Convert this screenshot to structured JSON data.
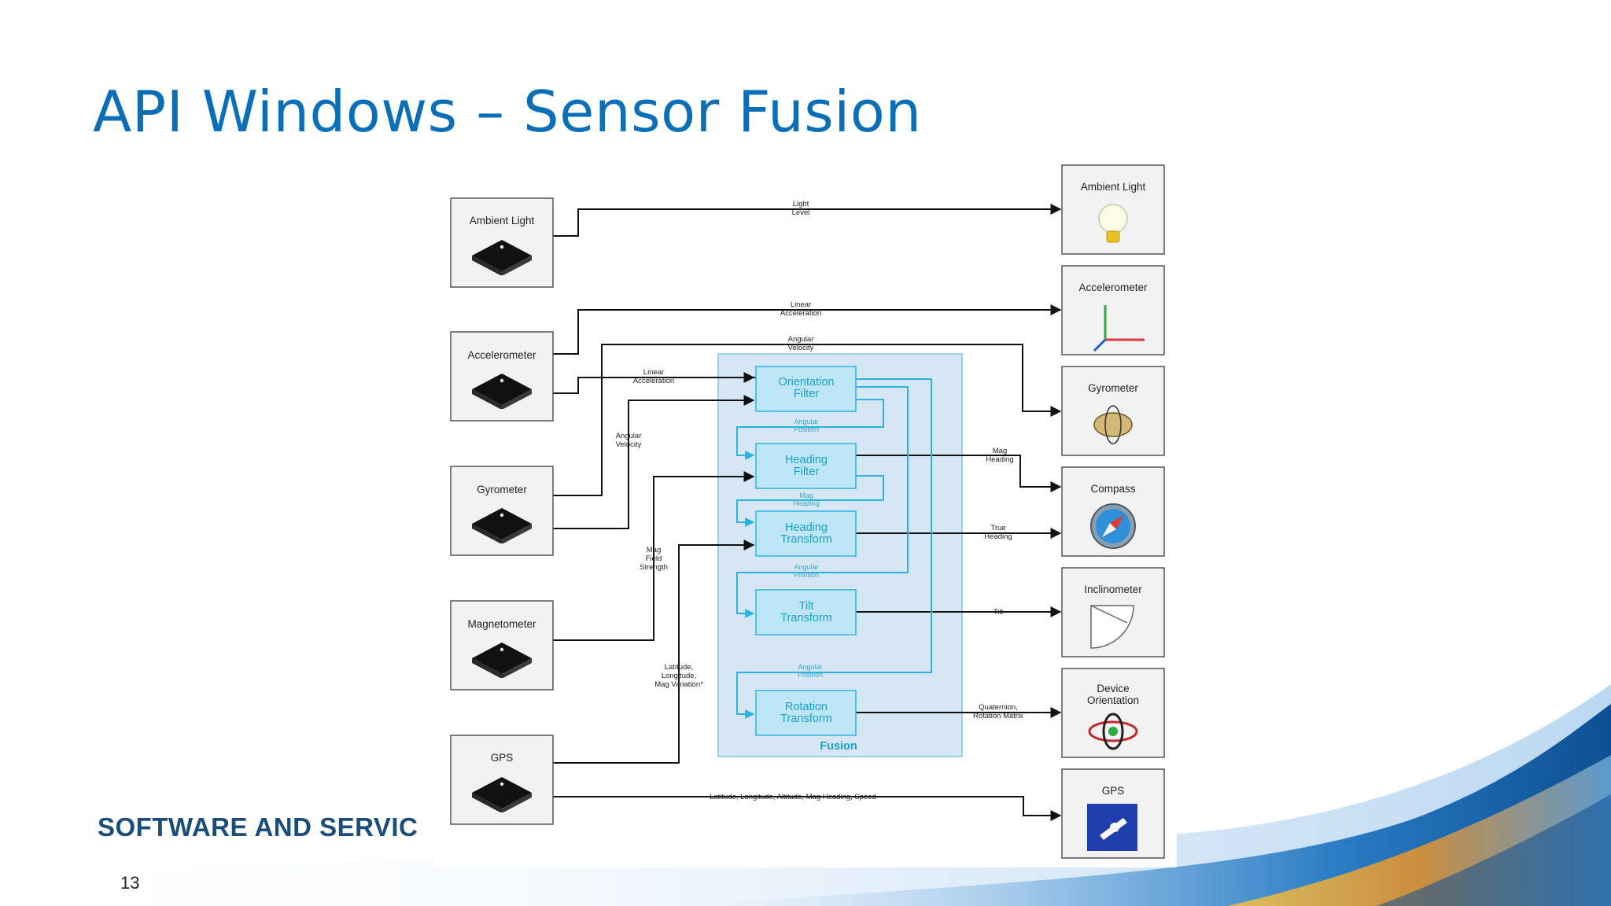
{
  "title": "API Windows – Sensor Fusion",
  "footer": {
    "brand": "SOFTWARE AND SERVIC",
    "page_number": "13"
  },
  "colors": {
    "title": "#0b6fb8",
    "fusion_fill": "#d7e6f5",
    "fusion_stroke": "#7fc7e0",
    "block_stroke": "#29b4e0",
    "block_text": "#1aa0cc"
  },
  "diagram": {
    "sensors": [
      "Ambient Light",
      "Accelerometer",
      "Gyrometer",
      "Magnetometer",
      "GPS"
    ],
    "outputs": {
      "ambient_light": "Ambient Light",
      "accelerometer": "Accelerometer",
      "gyrometer": "Gyrometer",
      "compass": "Compass",
      "inclinometer": "Inclinometer",
      "device_orientation_1": "Device",
      "device_orientation_2": "Orientation",
      "gps": "GPS"
    },
    "fusion": {
      "label": "Fusion",
      "orientation_filter": [
        "Orientation",
        "Filter"
      ],
      "heading_filter": [
        "Heading",
        "Filter"
      ],
      "heading_transform": [
        "Heading",
        "Transform"
      ],
      "tilt_transform": [
        "Tilt",
        "Transform"
      ],
      "rotation_transform": [
        "Rotation",
        "Transform"
      ]
    },
    "flows": {
      "light_level": [
        "Light",
        "Level"
      ],
      "linear_acceleration_top": [
        "Linear",
        "Acceleration"
      ],
      "angular_velocity_top": [
        "Angular",
        "Velocity"
      ],
      "linear_acceleration_in": [
        "Linear",
        "Acceleration"
      ],
      "angular_velocity_in": [
        "Angular",
        "Velocity"
      ],
      "mag_field_strength": [
        "Mag",
        "Field",
        "Strength"
      ],
      "lat_long_magvar": [
        "Latitude,",
        "Longitude,",
        "Mag Variation*"
      ],
      "angular_position_1": [
        "Angular",
        "Position"
      ],
      "mag_heading_inner": [
        "Mag",
        "Heading"
      ],
      "angular_position_2": [
        "Angular",
        "Position"
      ],
      "angular_position_3": [
        "Angular",
        "Position"
      ],
      "mag_heading_out": [
        "Mag",
        "Heading"
      ],
      "true_heading": [
        "True",
        "Heading"
      ],
      "tilt": "Tilt",
      "quaternion": [
        "Quaternion,",
        "Rotation Matrix"
      ],
      "gps_out": "Latitude, Longitude, Altitude, Mag Heading, Speed"
    }
  }
}
